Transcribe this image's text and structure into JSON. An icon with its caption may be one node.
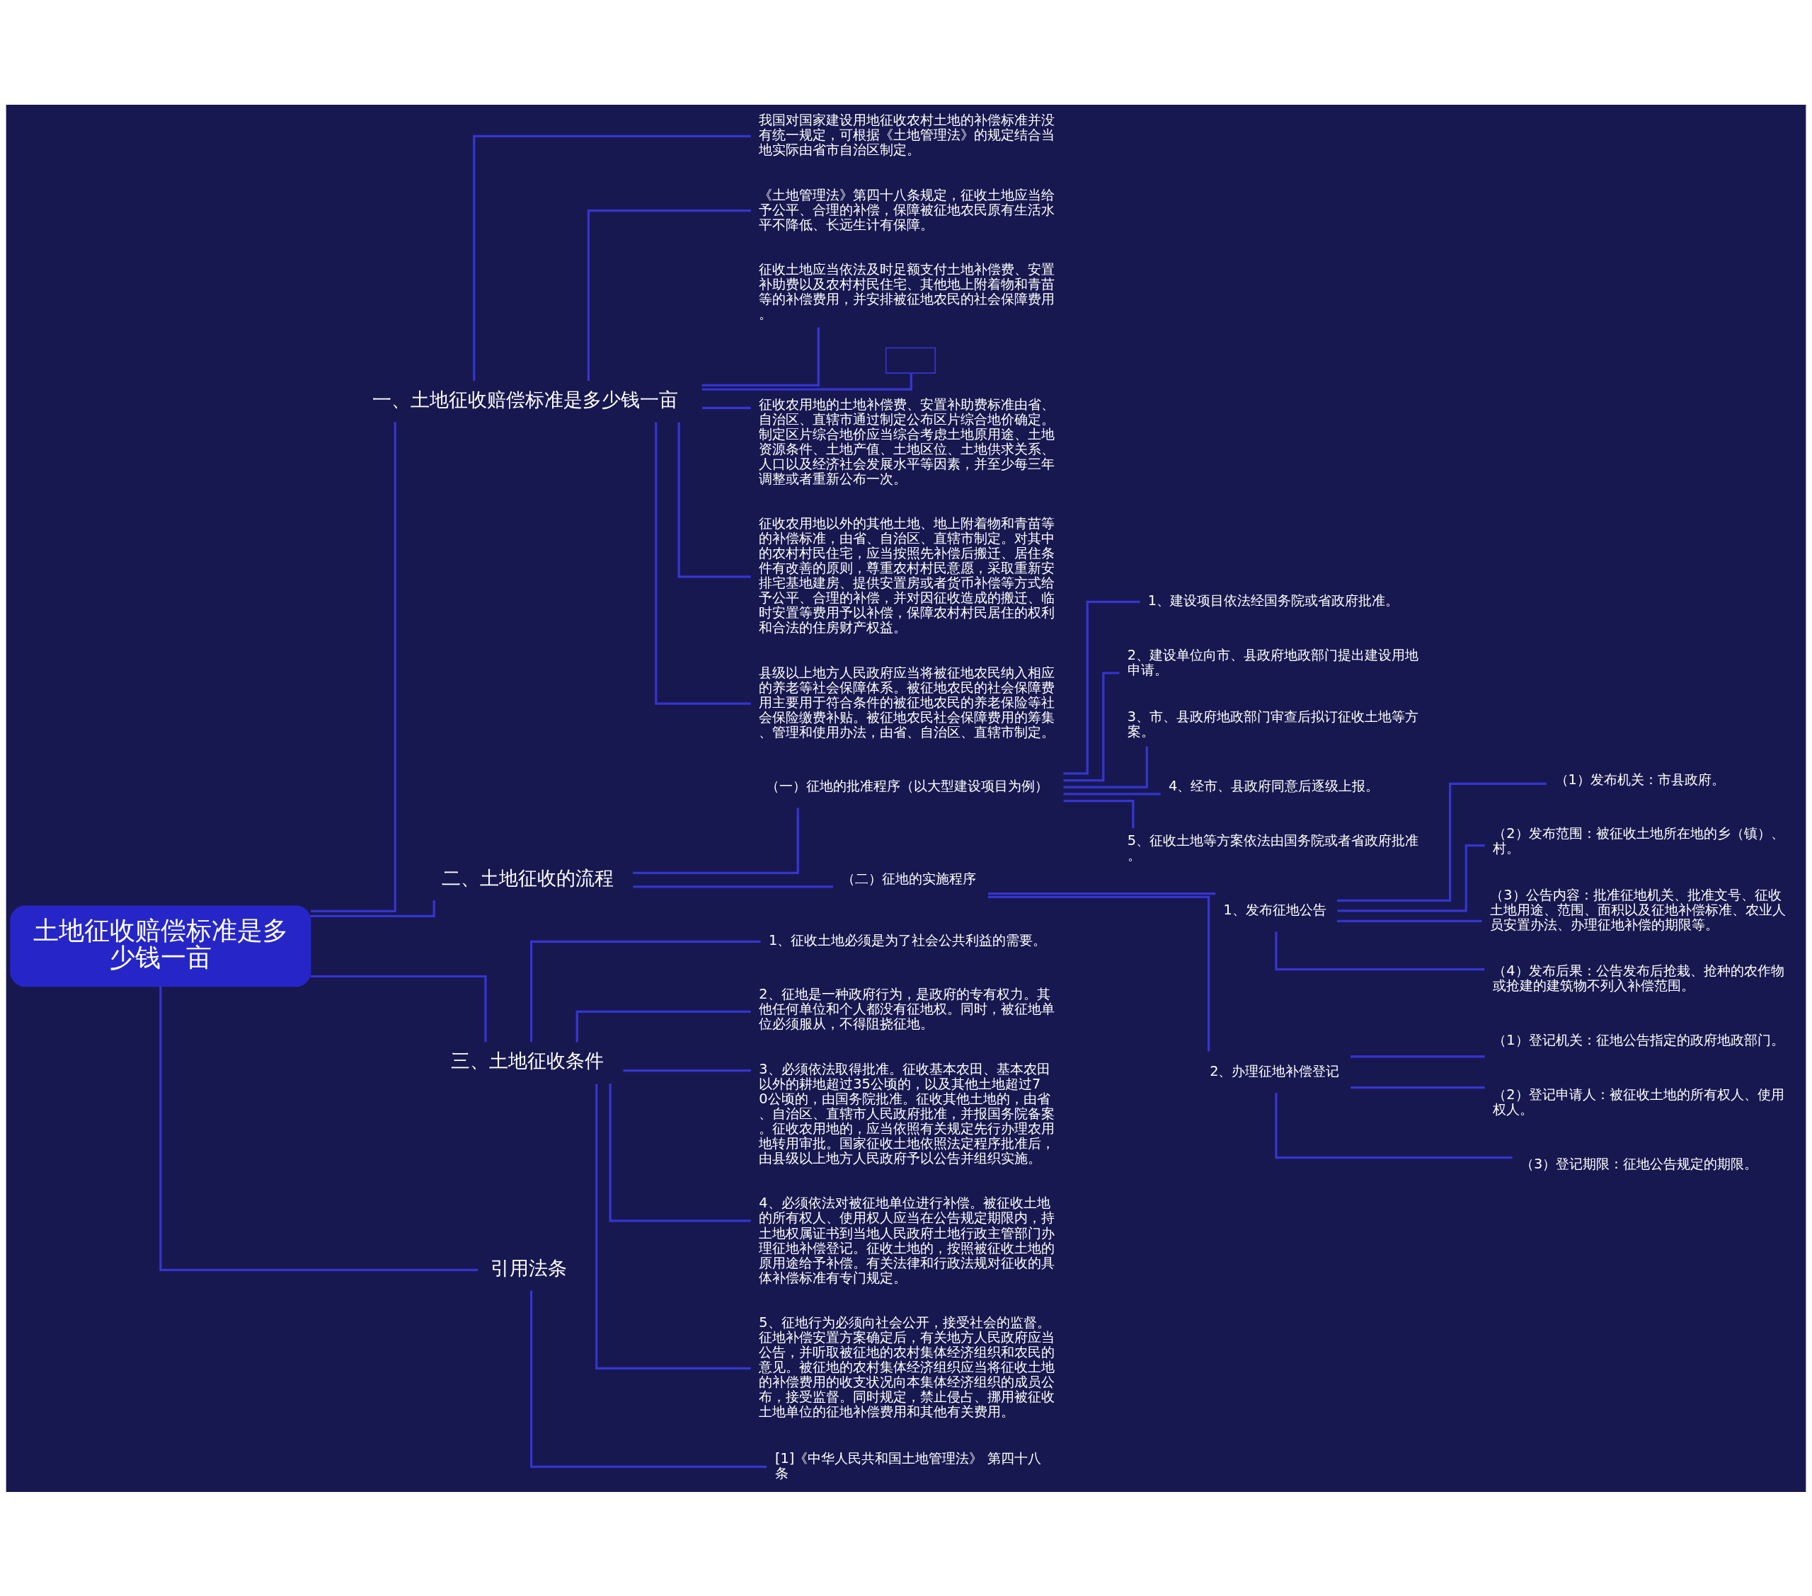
{
  "diagram": {
    "nodes": [
      {
        "text": [
          "土地征收赔偿标准是多少钱一亩"
        ]
      },
      {
        "text": [
          "一、土地征收赔偿标准是多少钱一亩"
        ]
      },
      {
        "text": [
          "我国对国家建设用地征收农村土地的补偿标准并没有统一规定，可根据《土地管理法》的规定结合当地实际由省市自治区制定。"
        ]
      },
      {
        "text": [
          "《土地管理法》第四十八条规定，征收土地应当给予公平、合理的补偿，保障被征地农民原有生活水平不降低、长远生计有保障。"
        ]
      },
      {
        "text": [
          "征收土地应当依法及时足额支付土地补偿费、安置补助费以及农村村民住宅、其他地上附着物和青苗等的补偿费用，并安排被征地农民的社会保障费用。"
        ]
      },
      {
        "text": [],
        "shape": "box"
      },
      {
        "text": [
          "征收农用地的土地补偿费、安置补助费标准由省、自治区、直辖市通过制定公布区片综合地价确定。制定区片综合地价应当综合考虑土地原用途、土地资源条件、土地产值、土地区位、土地供求关系、人口以及经济社会发展水平等因素，并至少每三年调整或者重新公布一次。"
        ]
      },
      {
        "text": [
          "征收农用地以外的其他土地、地上附着物和青苗等的补偿标准，由省、自治区、直辖市制定。对其中的农村村民住宅，应当按照先补偿后搬迁、居住条件有改善的原则，尊重农村村民意愿，采取重新安排宅基地建房、提供安置房或者货币补偿等方式给予公平、合理的补偿，并对因征收造成的搬迁、临时安置等费用予以补偿，保障农村村民居住的权利和合法的住房财产权益。"
        ]
      },
      {
        "text": [
          "县级以上地方人民政府应当将被征地农民纳入相应的养老等社会保障体系。被征地农民的社会保障费用主要用于符合条件的被征地农民的养老保险等社会保险缴费补贴。被征地农民社会保障费用的筹集、管理和使用办法，由省、自治区、直辖市制定。"
        ]
      },
      {
        "text": [
          "二、土地征收的流程"
        ]
      },
      {
        "text": [
          "（一）征地的批准程序（以大型建设项目为例）"
        ]
      },
      {
        "text": [
          "1、建设项目依法经国务院或省政府批准。"
        ]
      },
      {
        "text": [
          "2、建设单位向市、县政府地政部门提出建设用地申请。"
        ]
      },
      {
        "text": [
          "3、市、县政府地政部门审查后拟订征收土地等方案。"
        ]
      },
      {
        "text": [
          "4、经市、县政府同意后逐级上报。"
        ]
      },
      {
        "text": [
          "5、征收土地等方案依法由国务院或者省政府批准。"
        ]
      },
      {
        "text": [
          "（二）征地的实施程序"
        ]
      },
      {
        "text": [
          "1、发布征地公告"
        ]
      },
      {
        "text": [
          "（1）发布机关：市县政府。"
        ]
      },
      {
        "text": [
          "（2）发布范围：被征收土地所在地的乡（镇）、村。"
        ]
      },
      {
        "text": [
          "（3）公告内容：批准征地机关、批准文号、征收土地用途、范围、面积以及征地补偿标准、农业人员安置办法、办理征地补偿的期限等。"
        ]
      },
      {
        "text": [
          "（4）发布后果：公告发布后抢栽、抢种的农作物或抢建的建筑物不列入补偿范围。"
        ]
      },
      {
        "text": [
          "2、办理征地补偿登记"
        ]
      },
      {
        "text": [
          "（1）登记机关：征地公告指定的政府地政部门。"
        ]
      },
      {
        "text": [
          "（2）登记申请人：被征收土地的所有权人、使用权人。"
        ]
      },
      {
        "text": [
          "（3）登记期限：征地公告规定的期限。"
        ]
      },
      {
        "text": [
          "三、土地征收条件"
        ]
      },
      {
        "text": [
          "1、征收土地必须是为了社会公共利益的需要。"
        ]
      },
      {
        "text": [
          "2、征地是一种政府行为，是政府的专有权力。其他任何单位和个人都没有征地权。同时，被征地单位必须服从，不得阻挠征地。"
        ]
      },
      {
        "text": [
          "3、必须依法取得批准。征收基本农田、基本农田以外的耕地超过35公顷的，以及其他土地超过70公顷的，由国务院批准。征收其他土地的，由省、自治区、直辖市人民政府批准，并报国务院备案。征收农用地的，应当依照有关规定先行办理农用地转用审批。国家征收土地依照法定程序批准后，由县级以上地方人民政府予以公告并组织实施。"
        ]
      },
      {
        "text": [
          "4、必须依法对被征地单位进行补偿。被征收土地的所有权人、使用权人应当在公告规定期限内，持土地权属证书到当地人民政府土地行政主管部门办理征地补偿登记。征收土地的，按照被征收土地的原用途给予补偿。有关法律和行政法规对征收的具体补偿标准有专门规定。"
        ]
      },
      {
        "text": [
          "5、征地行为必须向社会公开，接受社会的监督。征地补偿安置方案确定后，有关地方人民政府应当公告，并听取被征地的农村集体经济组织和农民的意见。被征地的农村集体经济组织应当将征收土地的补偿费用的收支状况向本集体经济组织的成员公布，接受监督。同时规定，禁止侵占、挪用被征收土地单位的征地补偿费用和其他有关费用。"
        ]
      },
      {
        "text": [
          "引用法条"
        ]
      },
      {
        "text": [
          "[1]《中华人民共和国土地管理法》 第四十八条"
        ]
      }
    ],
    "edges": [
      {
        "from": 0,
        "to": 1,
        "arrow": "none"
      },
      {
        "from": 1,
        "to": 2,
        "arrow": "none"
      },
      {
        "from": 1,
        "to": 3,
        "arrow": "none"
      },
      {
        "from": 1,
        "to": 4,
        "arrow": "none"
      },
      {
        "from": 1,
        "to": 5,
        "arrow": "none"
      },
      {
        "from": 1,
        "to": 6,
        "arrow": "none"
      },
      {
        "from": 1,
        "to": 7,
        "arrow": "none"
      },
      {
        "from": 1,
        "to": 8,
        "arrow": "none"
      },
      {
        "from": 0,
        "to": 9,
        "arrow": "none"
      },
      {
        "from": 9,
        "to": 10,
        "arrow": "none"
      },
      {
        "from": 10,
        "to": 11,
        "arrow": "none"
      },
      {
        "from": 10,
        "to": 12,
        "arrow": "none"
      },
      {
        "from": 10,
        "to": 13,
        "arrow": "none"
      },
      {
        "from": 10,
        "to": 14,
        "arrow": "none"
      },
      {
        "from": 10,
        "to": 15,
        "arrow": "none"
      },
      {
        "from": 9,
        "to": 16,
        "arrow": "none"
      },
      {
        "from": 16,
        "to": 17,
        "arrow": "none"
      },
      {
        "from": 17,
        "to": 18,
        "arrow": "none"
      },
      {
        "from": 17,
        "to": 19,
        "arrow": "none"
      },
      {
        "from": 17,
        "to": 20,
        "arrow": "none"
      },
      {
        "from": 17,
        "to": 21,
        "arrow": "none"
      },
      {
        "from": 16,
        "to": 22,
        "arrow": "none"
      },
      {
        "from": 22,
        "to": 23,
        "arrow": "none"
      },
      {
        "from": 22,
        "to": 24,
        "arrow": "none"
      },
      {
        "from": 22,
        "to": 25,
        "arrow": "none"
      },
      {
        "from": 0,
        "to": 26,
        "arrow": "none"
      },
      {
        "from": 26,
        "to": 27,
        "arrow": "none"
      },
      {
        "from": 26,
        "to": 28,
        "arrow": "none"
      },
      {
        "from": 26,
        "to": 29,
        "arrow": "none"
      },
      {
        "from": 26,
        "to": 30,
        "arrow": "none"
      },
      {
        "from": 26,
        "to": 31,
        "arrow": "none"
      },
      {
        "from": 0,
        "to": 32,
        "arrow": "none"
      },
      {
        "from": 32,
        "to": 33,
        "arrow": "none"
      }
    ]
  }
}
